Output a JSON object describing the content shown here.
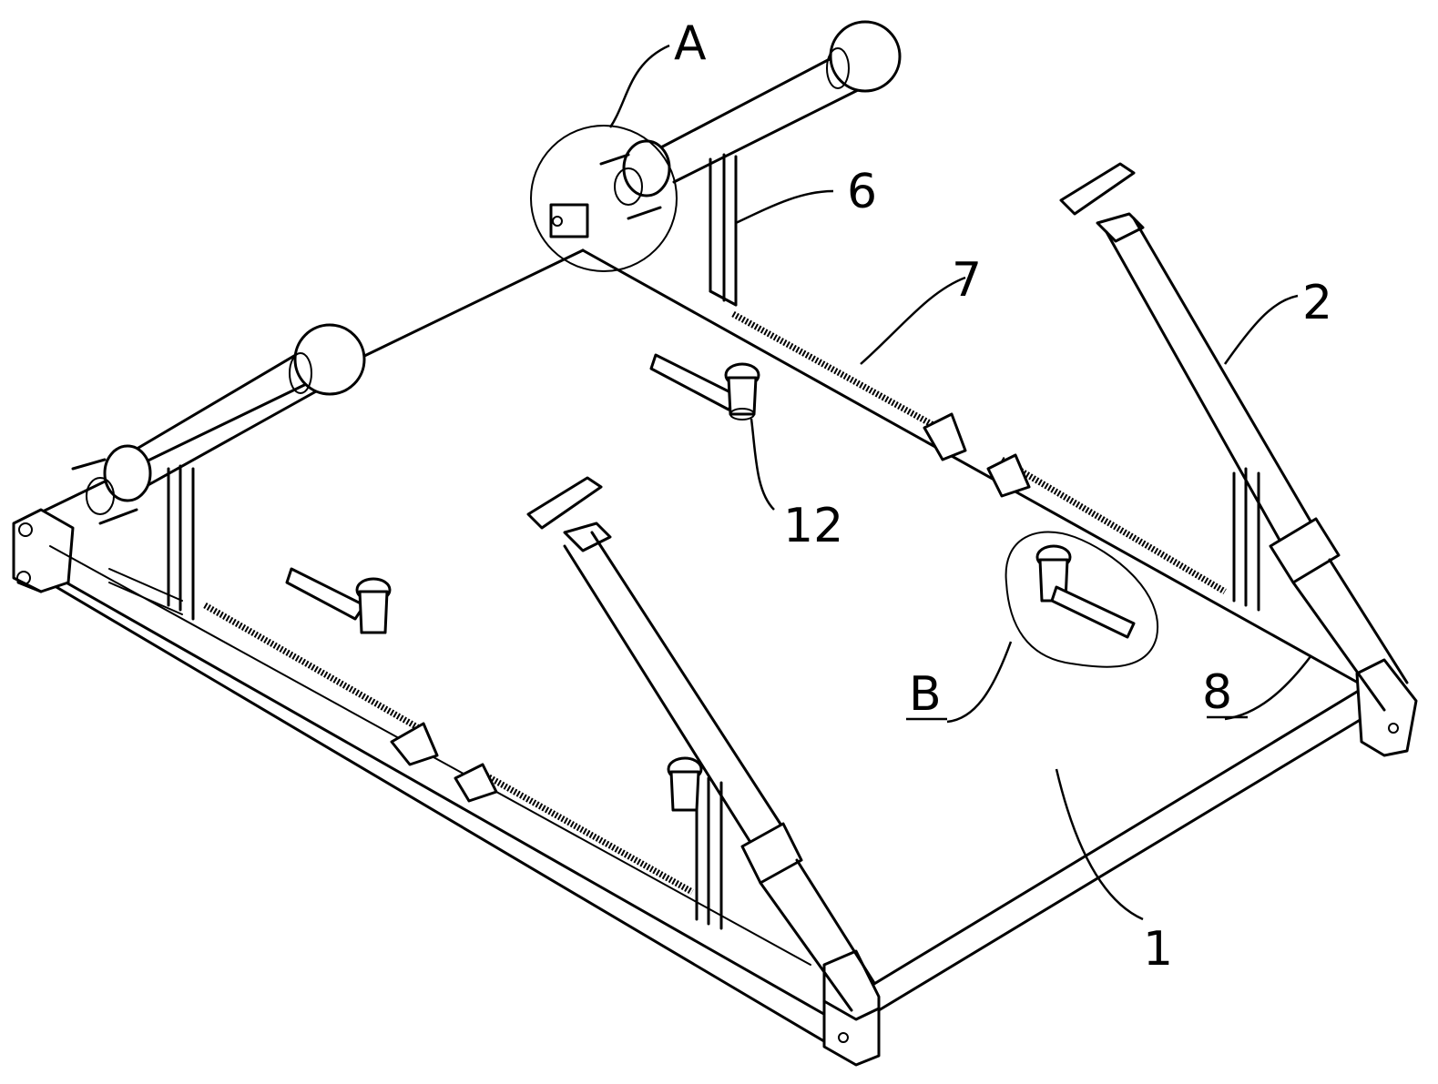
{
  "figure": {
    "callouts": [
      {
        "id": "A",
        "label": "A"
      },
      {
        "id": "6",
        "label": "6"
      },
      {
        "id": "7",
        "label": "7"
      },
      {
        "id": "2",
        "label": "2"
      },
      {
        "id": "12",
        "label": "12"
      },
      {
        "id": "B",
        "label": "B"
      },
      {
        "id": "8",
        "label": "8"
      },
      {
        "id": "1",
        "label": "1"
      }
    ]
  }
}
